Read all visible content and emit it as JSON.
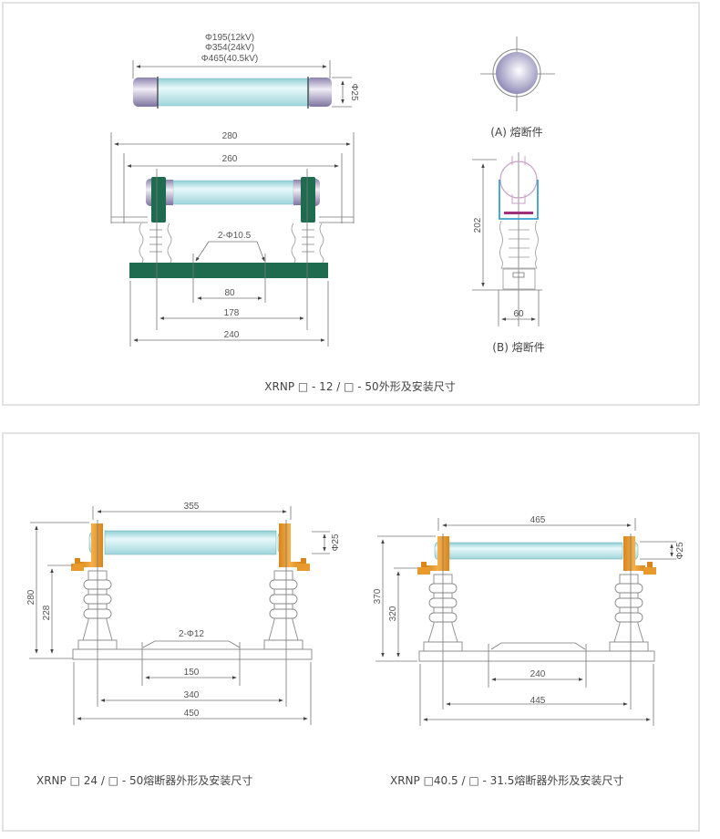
{
  "top_panel": {
    "fuse_element": {
      "length_labels": [
        "Φ195(12kV)",
        "Φ354(24kV)",
        "Φ465(40.5kV)"
      ],
      "diameter_label": "Φ25"
    },
    "front_view": {
      "dim_overall_top": "280",
      "dim_fuse_span": "260",
      "dim_holes": "2-Φ10.5",
      "dim_hole_spacing": "80",
      "dim_insulator_spacing": "178",
      "dim_base_length": "240"
    },
    "view_a": {
      "caption": "(A) 熔断件"
    },
    "view_b": {
      "caption": "(B) 熔断件",
      "dim_height": "202",
      "dim_width": "60"
    },
    "caption": "XRNP □ - 12 / □ - 50外形及安装尺寸",
    "colors": {
      "mount_green": "#1e6b4f",
      "tube": "#bfe6ea",
      "cap_purple": "#a49cc0"
    }
  },
  "bottom_panel": {
    "left_drawing": {
      "dim_fuse_span": "355",
      "dim_diameter": "Φ25",
      "dim_height_total": "280",
      "dim_height_insulator": "228",
      "dim_holes": "2-Φ12",
      "dim_hole_spacing": "150",
      "dim_insulator_spacing": "340",
      "dim_base_length": "450",
      "caption": "XRNP □ 24 / □ - 50熔断器外形及安装尺寸"
    },
    "right_drawing": {
      "dim_fuse_span": "465",
      "dim_diameter": "Φ25",
      "dim_height_total": "370",
      "dim_height_insulator": "320",
      "dim_hole_spacing": "240",
      "dim_insulator_spacing": "445",
      "caption": "XRNP □40.5  / □ - 31.5熔断器外形及安装尺寸"
    },
    "colors": {
      "bracket_orange": "#e89a2c",
      "tube": "#bfe6ea"
    }
  }
}
